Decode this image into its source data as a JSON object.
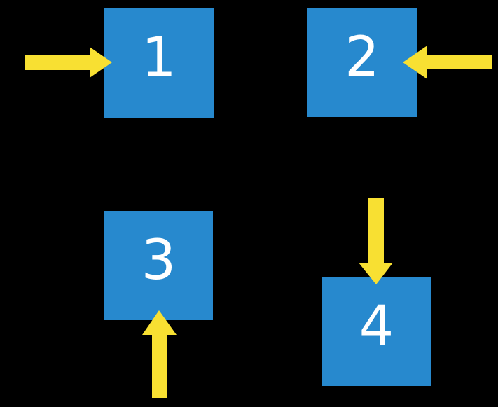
{
  "colors": {
    "background": "#000000",
    "box": "#2789CE",
    "arrow": "#F8E032",
    "label": "#FFFFFF"
  },
  "boxes": [
    {
      "label": "1",
      "arrow_direction": "right",
      "arrow_position": "left-of-box"
    },
    {
      "label": "2",
      "arrow_direction": "left",
      "arrow_position": "right-of-box"
    },
    {
      "label": "3",
      "arrow_direction": "up",
      "arrow_position": "below-box"
    },
    {
      "label": "4",
      "arrow_direction": "down",
      "arrow_position": "above-box"
    }
  ]
}
